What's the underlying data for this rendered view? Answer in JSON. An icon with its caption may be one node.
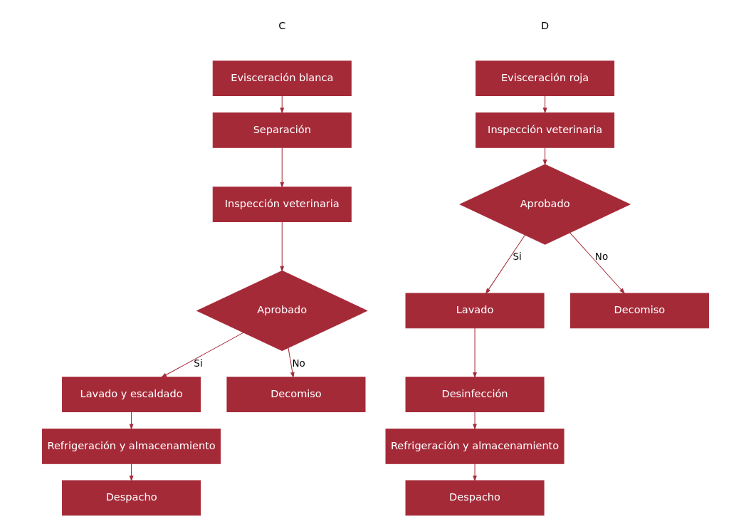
{
  "diagram": {
    "nodes": [
      {
        "text": [
          "Evisceración blanca"
        ]
      },
      {
        "text": [
          "Separación"
        ]
      },
      {
        "text": [
          "Inspección veterinaria"
        ]
      },
      {
        "text": [
          "Aprobado"
        ]
      },
      {
        "text": [
          "Lavado y escaldado"
        ]
      },
      {
        "text": [
          "Decomiso"
        ]
      },
      {
        "text": [
          "Refrigeración y almacenamiento"
        ]
      },
      {
        "text": [
          "Despacho"
        ]
      },
      {
        "text": [
          "Evisceración roja"
        ]
      },
      {
        "text": [
          "Inspección veterinaria"
        ]
      },
      {
        "text": [
          "Aprobado"
        ]
      },
      {
        "text": [
          "Lavado"
        ]
      },
      {
        "text": [
          "Decomiso"
        ]
      },
      {
        "text": [
          "Desinfección"
        ]
      },
      {
        "text": [
          "Refrigeración y almacenamiento"
        ]
      },
      {
        "text": [
          "Despacho"
        ]
      }
    ],
    "edges": [
      {
        "from": 0,
        "to": 1,
        "arrow": "to"
      },
      {
        "from": 1,
        "to": 2,
        "arrow": "to"
      },
      {
        "from": 2,
        "to": 3,
        "arrow": "to"
      },
      {
        "from": 3,
        "to": 4,
        "label": "Si",
        "arrow": "to"
      },
      {
        "from": 3,
        "to": 5,
        "label": "No",
        "arrow": "to"
      },
      {
        "from": 4,
        "to": 6,
        "arrow": "to"
      },
      {
        "from": 6,
        "to": 7,
        "arrow": "to"
      },
      {
        "from": 8,
        "to": 9,
        "arrow": "to"
      },
      {
        "from": 9,
        "to": 10,
        "arrow": "to"
      },
      {
        "from": 10,
        "to": 11,
        "label": "Si",
        "arrow": "to"
      },
      {
        "from": 10,
        "to": 12,
        "label": "No",
        "arrow": "to"
      },
      {
        "from": 11,
        "to": 13,
        "arrow": "to"
      },
      {
        "from": 13,
        "to": 14,
        "arrow": "to"
      },
      {
        "from": 14,
        "to": 15,
        "arrow": "to"
      }
    ],
    "labels": [
      "C",
      "D"
    ]
  }
}
